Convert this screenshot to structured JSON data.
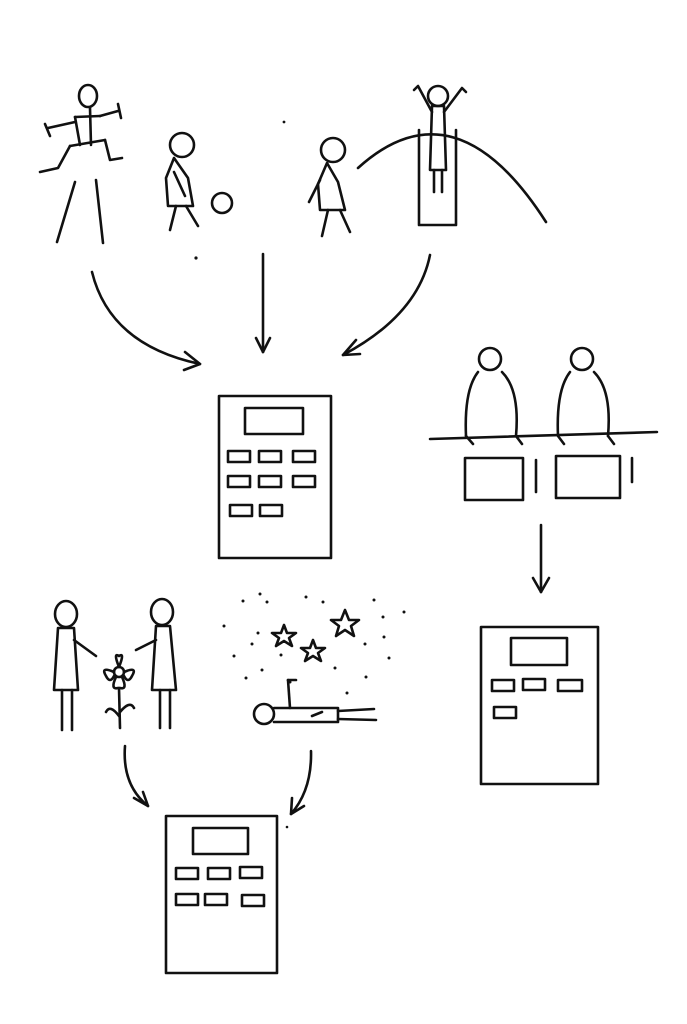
{
  "page": {
    "background": "#ffffff",
    "ink": "#111111"
  },
  "groups": {
    "top_activities": {
      "scenes": [
        "jumping-figure-icon",
        "ball-playing-child-icon",
        "walking-child-icon",
        "figure-on-slide-icon"
      ],
      "leads_to": "document-top"
    },
    "seated_pair": {
      "scenes": [
        "seated-figures-at-table-icon"
      ],
      "leads_to": "document-right"
    },
    "bottom_activities": {
      "scenes": [
        "figures-with-flower-icon",
        "stargazing-figure-icon"
      ],
      "leads_to": "document-bottom"
    }
  }
}
